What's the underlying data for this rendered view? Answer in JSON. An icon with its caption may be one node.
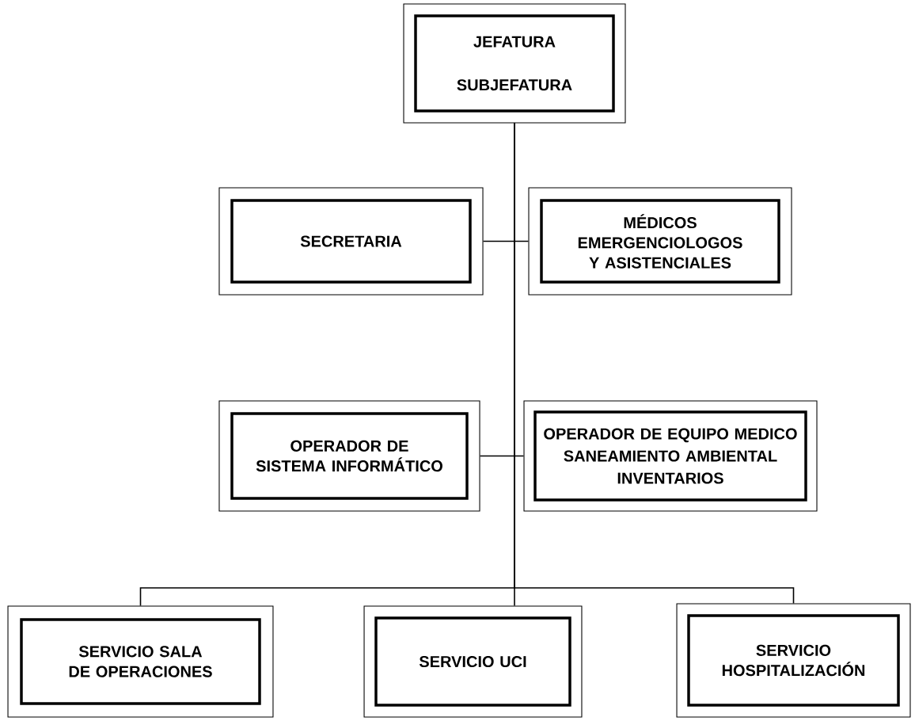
{
  "diagram": {
    "nodes": [
      {
        "text": [
          "JEFATURA",
          "SUBJEFATURA"
        ]
      },
      {
        "text": [
          "SECRETARIA"
        ]
      },
      {
        "text": [
          "MÉDICOS EMERGENCIOLOGOS Y ASISTENCIALES"
        ]
      },
      {
        "text": [
          "OPERADOR DE SISTEMA INFORMÁTICO"
        ]
      },
      {
        "text": [
          "OPERADOR DE EQUIPO MEDICO",
          "SANEAMIENTO AMBIENTAL",
          "INVENTARIOS"
        ]
      },
      {
        "text": [
          "SERVICIO SALA DE OPERACIONES"
        ]
      },
      {
        "text": [
          "SERVICIO UCI"
        ]
      },
      {
        "text": [
          "SERVICIO HOSPITALIZACIÓN"
        ]
      }
    ],
    "edges": [
      {
        "from": 0,
        "to": 1,
        "arrow": "none"
      },
      {
        "from": 0,
        "to": 2,
        "arrow": "none"
      },
      {
        "from": 0,
        "to": 3,
        "arrow": "none"
      },
      {
        "from": 0,
        "to": 4,
        "arrow": "none"
      },
      {
        "from": 0,
        "to": 5,
        "arrow": "none"
      },
      {
        "from": 0,
        "to": 6,
        "arrow": "none"
      },
      {
        "from": 0,
        "to": 7,
        "arrow": "none"
      }
    ]
  }
}
